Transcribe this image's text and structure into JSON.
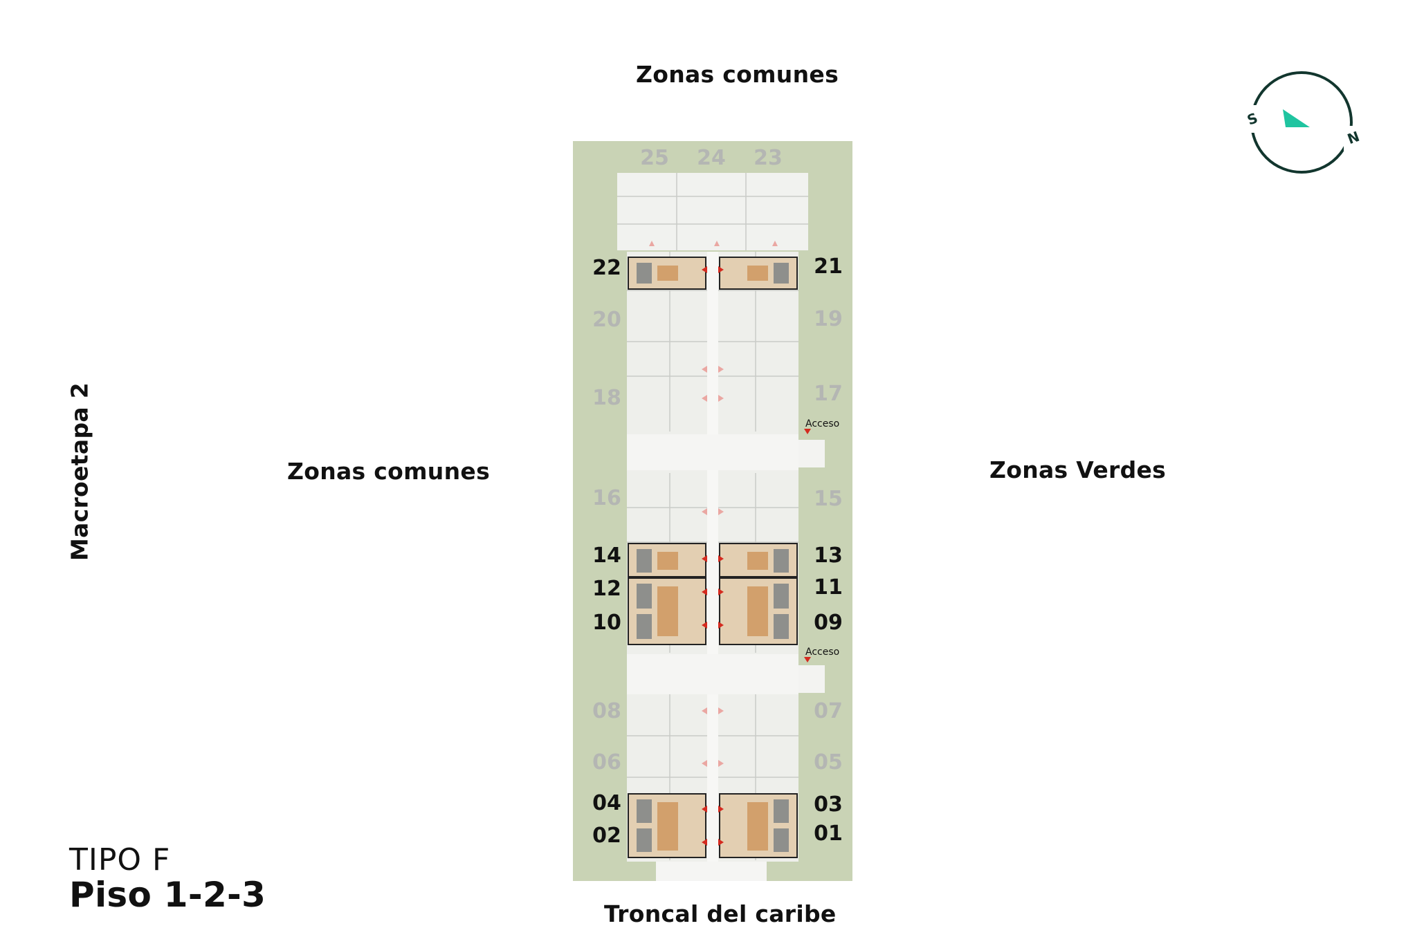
{
  "labels": {
    "top": "Zonas comunes",
    "left": "Zonas comunes",
    "right": "Zonas Verdes",
    "bottom": "Troncal del caribe",
    "macroetapa": "Macroetapa 2",
    "tipo": "TIPO F",
    "piso": "Piso 1-2-3",
    "acceso_upper": "Acceso",
    "acceso_lower": "Acceso"
  },
  "compass": {
    "south": "S",
    "north": "N",
    "ring_color": "#12362e",
    "arrow_color": "#1fc4a0"
  },
  "colors": {
    "grass": "#c9d3b5",
    "building": "#f1f2ef",
    "highlight_floor": "#d9b78e",
    "label_active": "#111111",
    "label_inactive": "#b4b6b3",
    "door_marker": "#d42a1f"
  },
  "units": {
    "top_row": [
      {
        "id": "25",
        "active": false
      },
      {
        "id": "24",
        "active": false
      },
      {
        "id": "23",
        "active": false
      }
    ],
    "left": [
      {
        "id": "22",
        "active": true
      },
      {
        "id": "20",
        "active": false
      },
      {
        "id": "18",
        "active": false
      },
      {
        "id": "16",
        "active": false
      },
      {
        "id": "14",
        "active": true
      },
      {
        "id": "12",
        "active": true
      },
      {
        "id": "10",
        "active": true
      },
      {
        "id": "08",
        "active": false
      },
      {
        "id": "06",
        "active": false
      },
      {
        "id": "04",
        "active": true
      },
      {
        "id": "02",
        "active": true
      }
    ],
    "right": [
      {
        "id": "21",
        "active": true
      },
      {
        "id": "19",
        "active": false
      },
      {
        "id": "17",
        "active": false
      },
      {
        "id": "15",
        "active": false
      },
      {
        "id": "13",
        "active": true
      },
      {
        "id": "11",
        "active": true
      },
      {
        "id": "09",
        "active": true
      },
      {
        "id": "07",
        "active": false
      },
      {
        "id": "05",
        "active": false
      },
      {
        "id": "03",
        "active": true
      },
      {
        "id": "01",
        "active": true
      }
    ]
  }
}
